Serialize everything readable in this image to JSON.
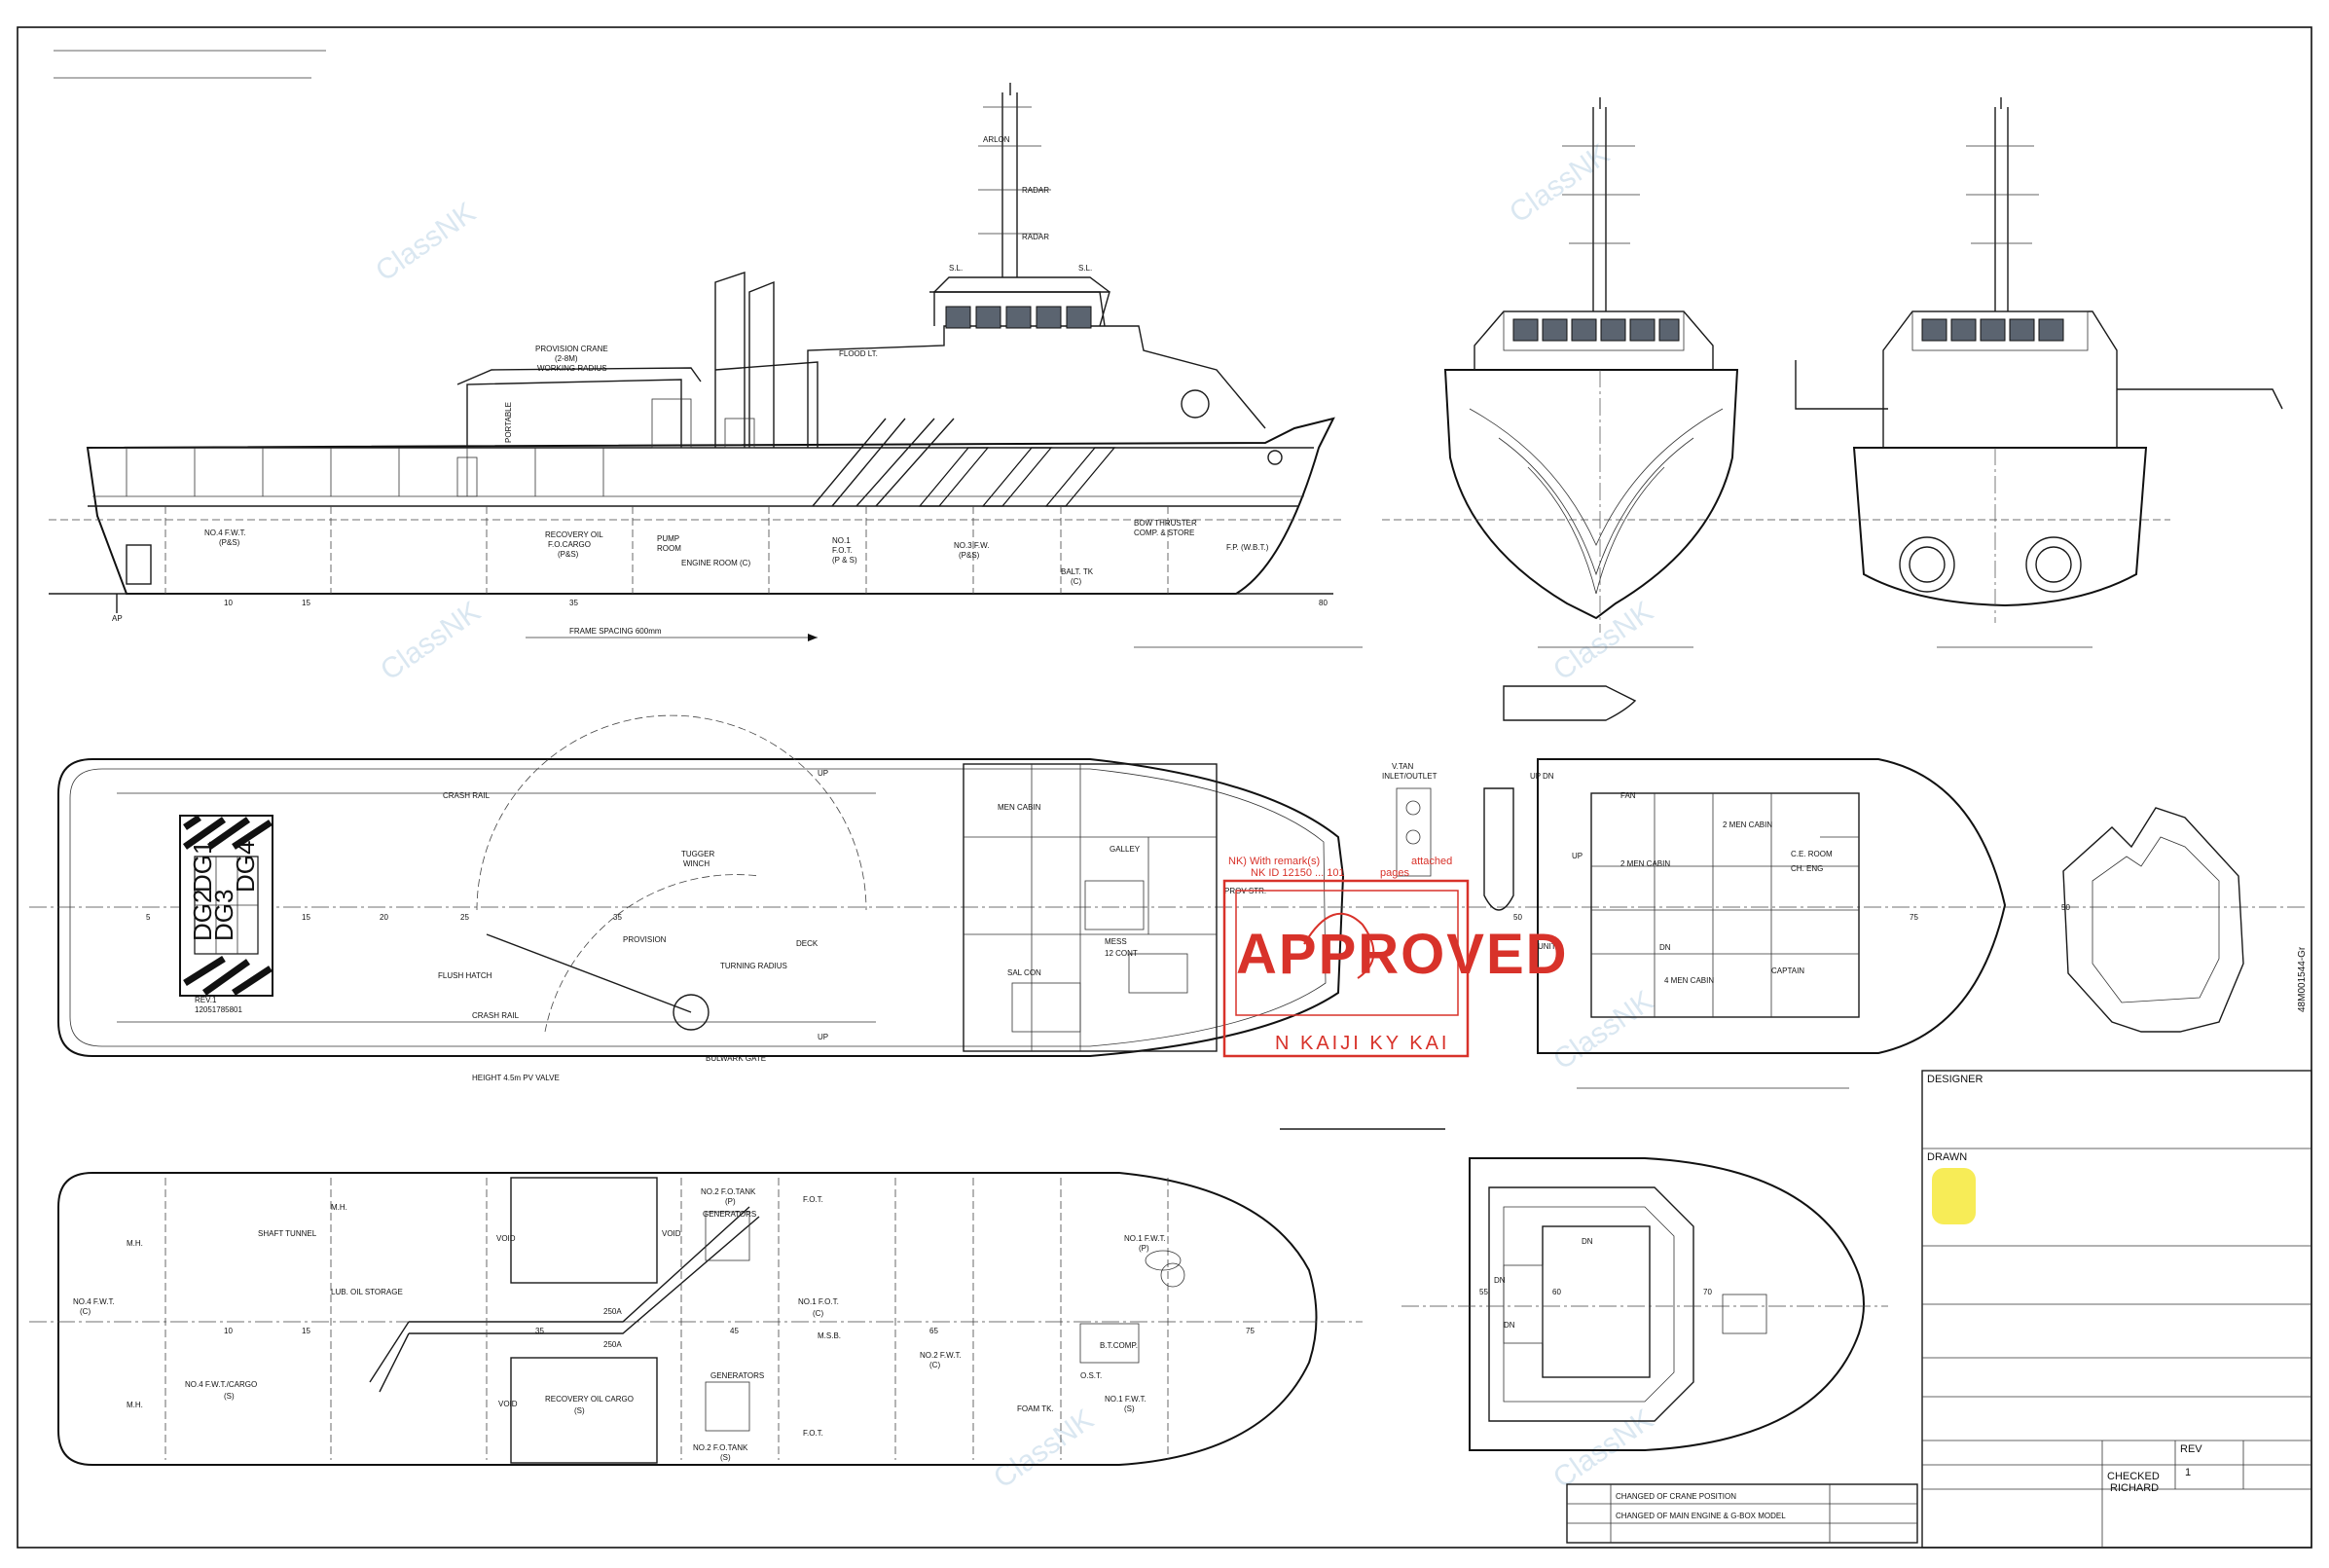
{
  "drawing": {
    "watermark": "ClassNK",
    "side_view": {
      "labels": [
        "PROVISION CRANE",
        "(2-8M)",
        "WORKING RADIUS",
        "FLOOD LT.",
        "RADAR",
        "RADAR",
        "ARLON",
        "S.L.",
        "S.L.",
        "NO.4 F.W.T.",
        "(P&S)",
        "RECOVERY OIL",
        "F.O.CARGO",
        "(P&S)",
        "PUMP",
        "ROOM",
        "ENGINE ROOM (C)",
        "NO.1",
        "F.O.T.",
        "(P & S)",
        "NO.3 F.W.",
        "(P&S)",
        "BOW THRUSTER",
        "COMP. & STORE",
        "F.P. (W.B.T.)",
        "BALT. TK",
        "(C)",
        "AP",
        "FRAME SPACING 600mm",
        "PORTABLE"
      ],
      "frame_numbers": [
        "10",
        "15",
        "35",
        "80"
      ]
    },
    "main_deck": {
      "labels": [
        "CRASH RAIL",
        "CRASH RAIL",
        "TUGGER",
        "WINCH",
        "PROVISION",
        "TURNING RADIUS",
        "FLUSH HATCH",
        "BULWARK GATE",
        "HEIGHT 4.5m PV VALVE",
        "MEN CABIN",
        "GALLEY",
        "MESS",
        "DECK",
        "PROV STR.",
        "12 CONT",
        "SAL CON",
        "UP",
        "UP",
        "UP",
        "UP"
      ],
      "dg_marks": [
        "DG1",
        "DG2",
        "DG3",
        "DG4"
      ],
      "frame_numbers": [
        "5",
        "15",
        "20",
        "25",
        "35"
      ],
      "rev_note_1": "REV.1",
      "rev_note_2": "12051785801"
    },
    "upper_deck": {
      "labels": [
        "CAPTAIN",
        "2 MEN CABIN",
        "2 MEN CABIN",
        "CH. ENG",
        "4 MEN CABIN",
        "C.E. ROOM",
        "DN",
        "DN",
        "FAN",
        "V.TAN",
        "INLET/OUTLET",
        "UNIT"
      ],
      "frame_numbers": [
        "50",
        "75"
      ]
    },
    "tank_plan": {
      "labels": [
        "SHAFT TUNNEL",
        "NO.4 F.W.T./CARGO",
        "(S)",
        "LUB. OIL STORAGE",
        "RECOVERY OIL CARGO",
        "(S)",
        "NO.2 F.O.TANK",
        "(P)",
        "NO.2 F.O.TANK",
        "(S)",
        "GENERATORS",
        "GENERATORS",
        "F.O.T.",
        "F.O.T.",
        "NO.1 F.O.T.",
        "(C)",
        "NO.2 F.W.T.",
        "(C)",
        "NO.1 F.W.T.",
        "(P)",
        "NO.1 F.W.T.",
        "(S)",
        "B.T.COMP.",
        "M.S.B.",
        "VOID",
        "VOID",
        "VOID",
        "250A",
        "250A",
        "M.H.",
        "M.H.",
        "M.H.",
        "FOAM TK.",
        "NO.4 F.W.T.",
        "(C)",
        "O.S.T."
      ],
      "frame_numbers": [
        "10",
        "15",
        "35",
        "45",
        "65",
        "75"
      ]
    },
    "wheelhouse_deck": {
      "labels": [
        "DN",
        "DN",
        "DN"
      ],
      "frame_numbers": [
        "55",
        "60",
        "70"
      ]
    },
    "doc_number": "48M001544-Gr"
  },
  "stamp": {
    "text": "APPROVED",
    "society": "N KAIJI KY KAI",
    "note_1": "NK) With remark(s)",
    "note_2": "NK ID 12150 ... 101",
    "note_3": "attached",
    "note_4": "pages",
    "color": "#d8322a"
  },
  "revision_table": {
    "rows": [
      {
        "description": "CHANGED OF CRANE POSITION"
      },
      {
        "description": "CHANGED OF MAIN ENGINE & G-BOX MODEL"
      }
    ]
  },
  "title_block": {
    "designer_label": "DESIGNER",
    "drawn_label": "DRAWN",
    "rev_label": "REV",
    "rev_value": "1",
    "checked_label": "CHECKED",
    "checked_value": "RICHARD",
    "highlight_color": "#f6ea45"
  }
}
